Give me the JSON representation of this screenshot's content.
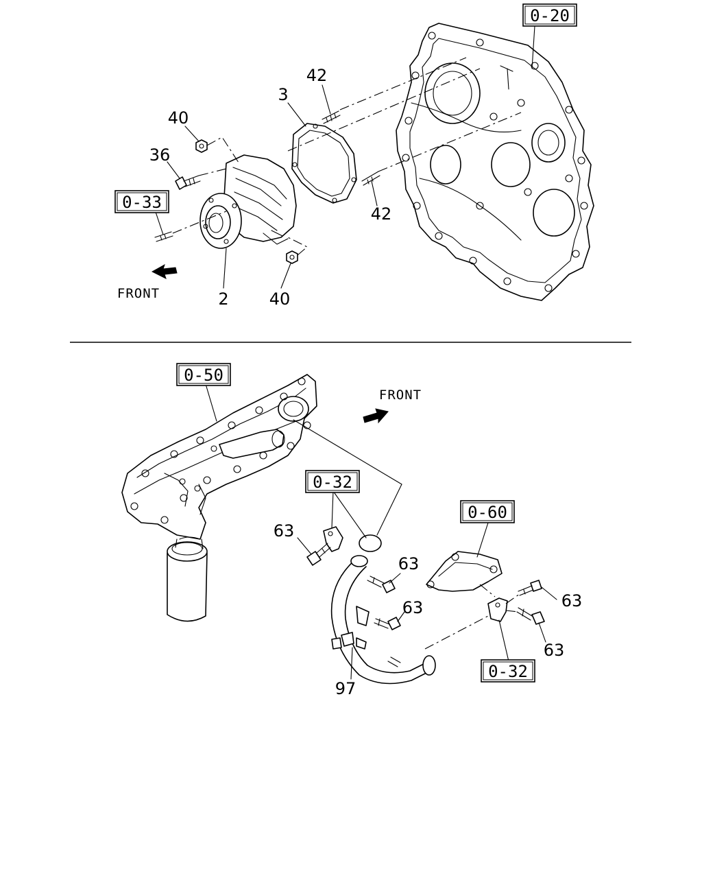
{
  "top_section": {
    "ref_labels": {
      "cover": "0-20",
      "water_pump": "0-33"
    },
    "callouts": {
      "water_pump": "2",
      "gasket": "3",
      "bolt": "36",
      "nut_upper": "40",
      "nut_lower": "40",
      "stud_upper": "42",
      "stud_lower": "42"
    },
    "front_label": "FRONT"
  },
  "bottom_section": {
    "ref_labels": {
      "manifold": "0-50",
      "pipe_clip_upper": "0-32",
      "bracket": "0-60",
      "pipe_clip_lower": "0-32"
    },
    "callouts": {
      "bolt_a": "63",
      "bolt_b": "63",
      "bolt_c": "63",
      "bolt_d": "63",
      "bolt_e": "63",
      "water_pipe": "97"
    },
    "front_label": "FRONT"
  },
  "colors": {
    "ink": "#000000",
    "paper": "#ffffff"
  }
}
